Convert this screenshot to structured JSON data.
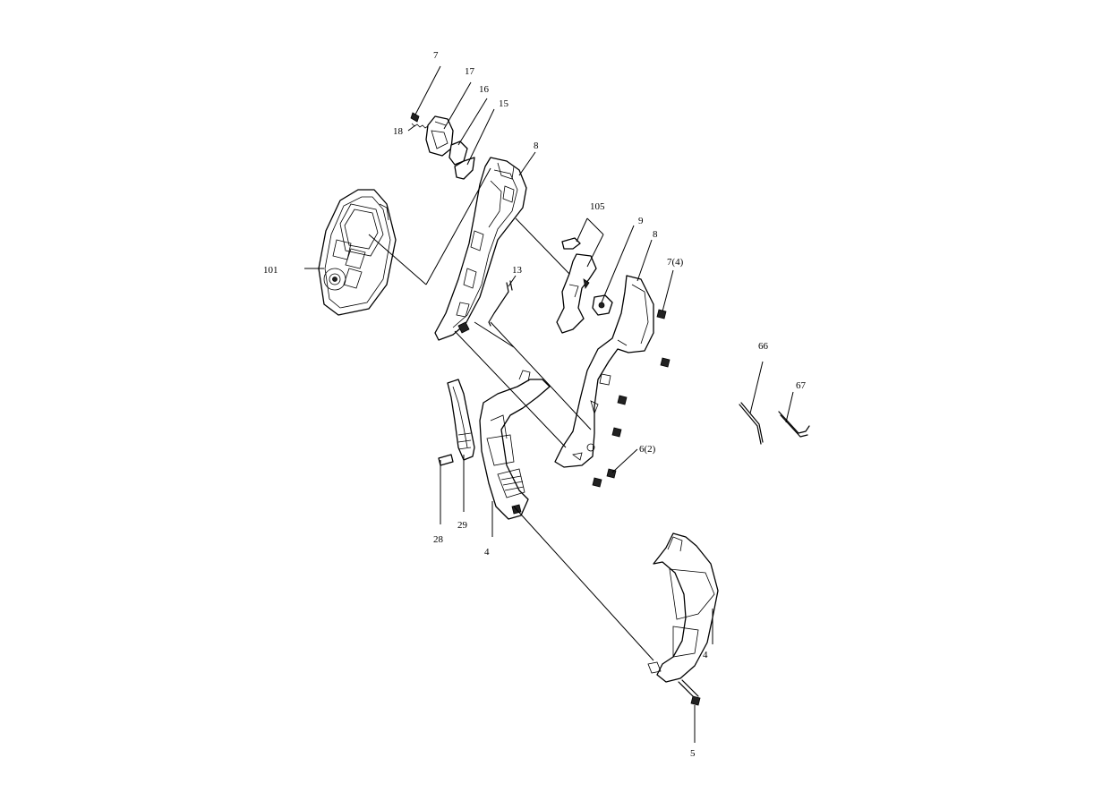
{
  "callouts": {
    "c7_top": "7",
    "c17": "17",
    "c16": "16",
    "c15": "15",
    "c18": "18",
    "c8_top": "8",
    "c105": "105",
    "c9": "9",
    "c8_right": "8",
    "c7_4": "7(4)",
    "c101": "101",
    "c13": "13",
    "c66": "66",
    "c67": "67",
    "c6_2": "6(2)",
    "c29": "29",
    "c28": "28",
    "c4_left": "4",
    "c4_right": "4",
    "c5": "5"
  }
}
